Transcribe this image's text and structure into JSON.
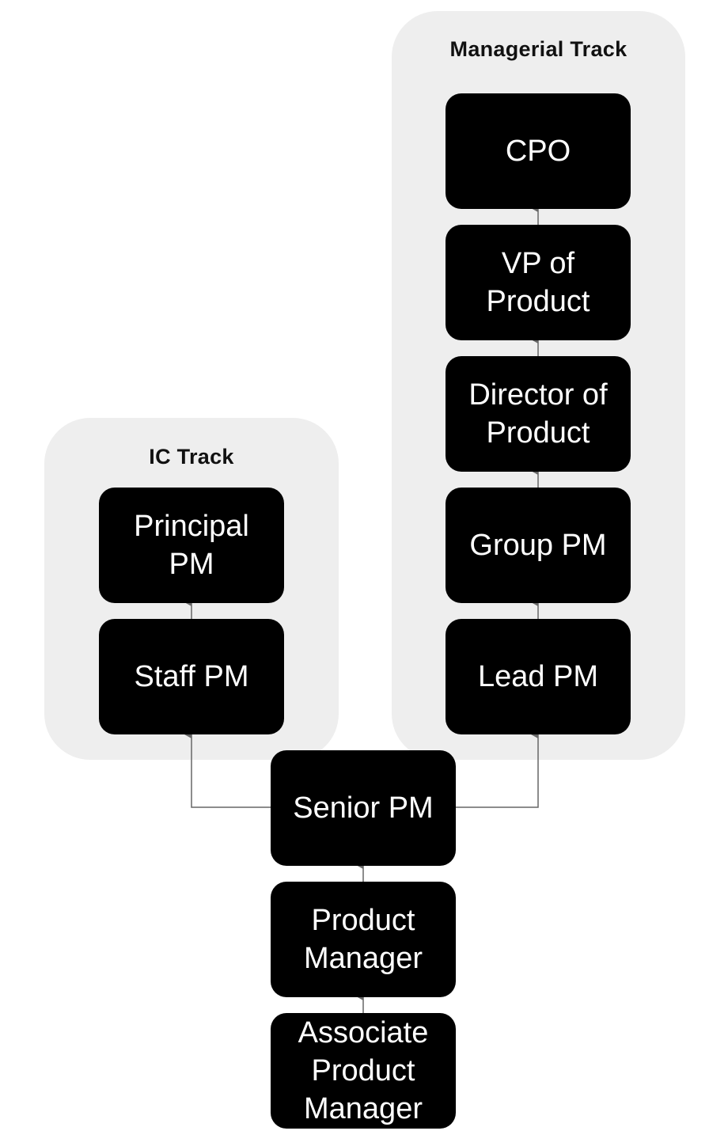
{
  "tracks": {
    "ic": {
      "title": "IC Track"
    },
    "managerial": {
      "title": "Managerial Track"
    }
  },
  "nodes": {
    "cpo": "CPO",
    "vp": "VP of\nProduct",
    "director": "Director of\nProduct",
    "group_pm": "Group PM",
    "lead_pm": "Lead PM",
    "principal_pm": "Principal\nPM",
    "staff_pm": "Staff PM",
    "senior_pm": "Senior PM",
    "product_manager": "Product\nManager",
    "associate_pm": "Associate\nProduct\nManager"
  },
  "colors": {
    "node_fill": "#000000",
    "node_text": "#ffffff",
    "track_fill": "#eeeeee",
    "connector": "#666666"
  }
}
